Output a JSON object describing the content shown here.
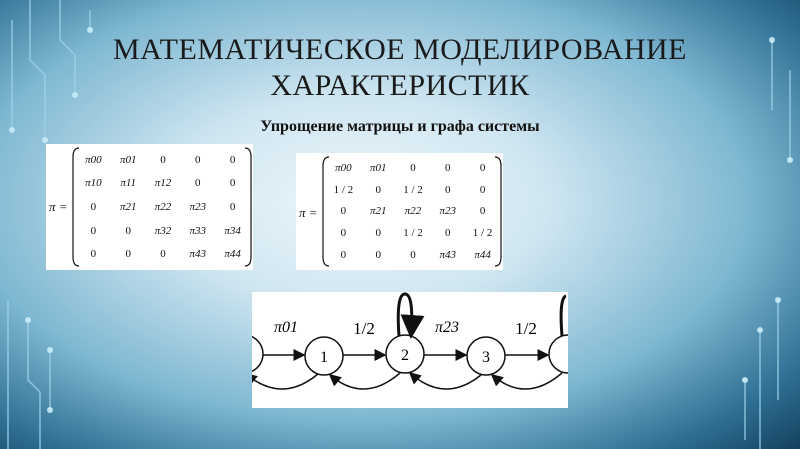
{
  "slide": {
    "title_line1": "МАТЕМАТИЧЕСКОЕ МОДЕЛИРОВАНИЕ",
    "title_line2": "ХАРАКТЕРИСТИК",
    "subtitle": "Упрощение матрицы и графа системы"
  },
  "matrix1": {
    "label": "π =",
    "rows": [
      [
        "π00",
        "π01",
        "0",
        "0",
        "0"
      ],
      [
        "π10",
        "π11",
        "π12",
        "0",
        "0"
      ],
      [
        "0",
        "π21",
        "π22",
        "π23",
        "0"
      ],
      [
        "0",
        "0",
        "π32",
        "π33",
        "π34"
      ],
      [
        "0",
        "0",
        "0",
        "π43",
        "π44"
      ]
    ]
  },
  "matrix2": {
    "label": "π =",
    "rows": [
      [
        "π00",
        "π01",
        "0",
        "0",
        "0"
      ],
      [
        "1 / 2",
        "0",
        "1 / 2",
        "0",
        "0"
      ],
      [
        "0",
        "π21",
        "π22",
        "π23",
        "0"
      ],
      [
        "0",
        "0",
        "1 / 2",
        "0",
        "1 / 2"
      ],
      [
        "0",
        "0",
        "0",
        "π43",
        "π44"
      ]
    ]
  },
  "graph": {
    "nodes": [
      "1",
      "2",
      "3"
    ],
    "edge_labels": [
      "π01",
      "1/2",
      "π23",
      "1/2"
    ]
  }
}
